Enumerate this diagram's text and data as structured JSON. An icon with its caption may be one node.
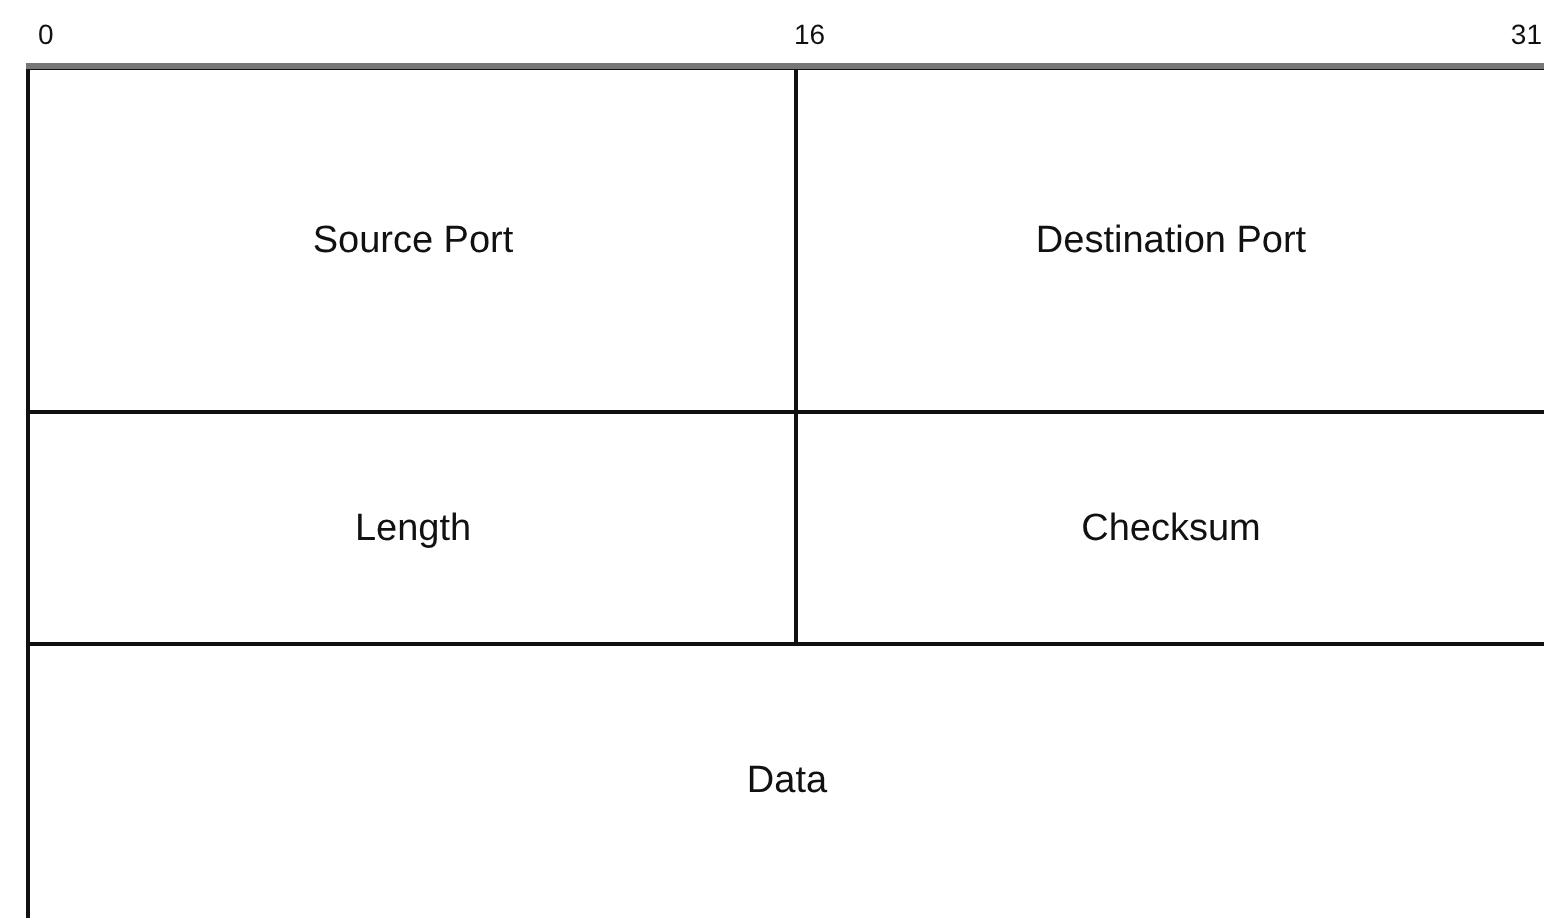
{
  "diagram": {
    "nodes": [
      {
        "text": [
          "Source Port"
        ]
      },
      {
        "text": [
          "Destination Port"
        ]
      },
      {
        "text": [
          "Length"
        ]
      },
      {
        "text": [
          "Checksum"
        ]
      },
      {
        "text": [
          "Data"
        ]
      }
    ],
    "labels": [
      "0",
      "16",
      "31"
    ]
  }
}
